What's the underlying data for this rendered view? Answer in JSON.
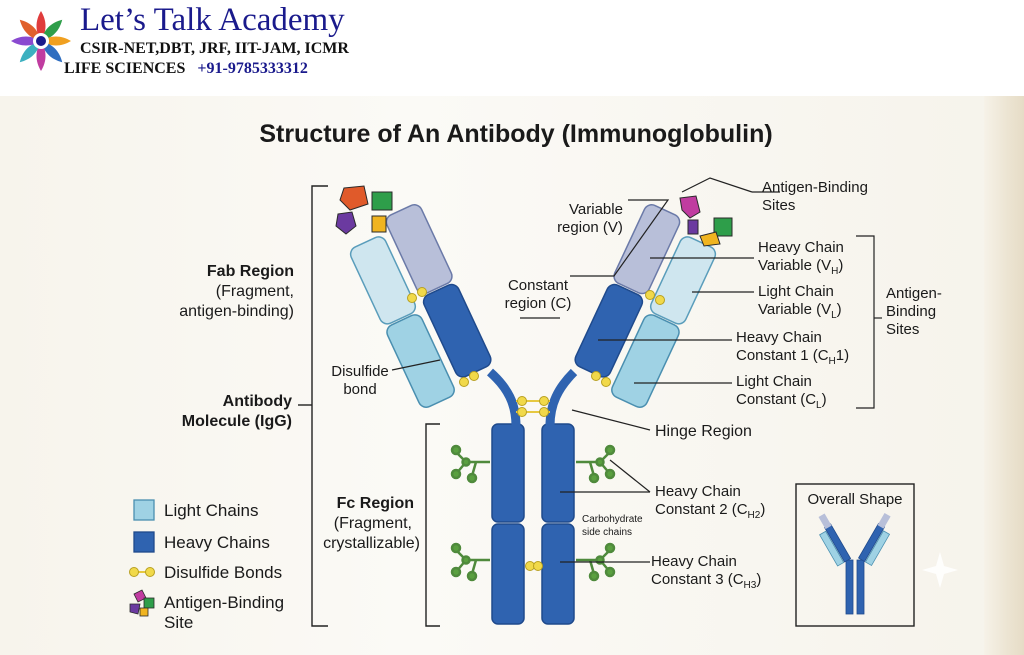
{
  "header": {
    "title": "Let’s Talk Academy",
    "line1": "CSIR-NET,DBT, JRF, IIT-JAM, ICMR",
    "line2": "LIFE SCIENCES",
    "phone": "+91-9785333312"
  },
  "diagram": {
    "title": "Structure of An Antibody (Immunoglobulin)",
    "left_labels": {
      "fab_title": "Fab Region",
      "fab_sub1": "(Fragment,",
      "fab_sub2": "antigen-binding)",
      "molecule1": "Antibody",
      "molecule2": "Molecule (IgG)",
      "fc_title": "Fc Region",
      "fc_sub1": "(Fragment,",
      "fc_sub2": "crystallizable)",
      "disulfide1": "Disulfide",
      "disulfide2": "bond"
    },
    "top_labels": {
      "variable1": "Variable",
      "variable2": "region (V)",
      "constant1": "Constant",
      "constant2": "region (C)",
      "abs1": "Antigen-Binding",
      "abs2": "Sites"
    },
    "right_labels": {
      "vh1": "Heavy Chain",
      "vh2": "Variable (V",
      "vh_sub": "H",
      "vl1": "Light Chain",
      "vl2": "Variable (V",
      "vl_sub": "L",
      "ch1_1": "Heavy Chain",
      "ch1_2": "Constant 1 (C",
      "ch1_sub": "H",
      "ch1_end": "1)",
      "cl1": "Light Chain",
      "cl2": "Constant (C",
      "cl_sub": "L",
      "abs_right1": "Antigen-",
      "abs_right2": "Binding",
      "abs_right3": "Sites",
      "hinge": "Hinge Region",
      "ch2_1": "Heavy Chain",
      "ch2_2": "Constant 2 (C",
      "ch2_sub": "H2",
      "ch3_1": "Heavy Chain",
      "ch3_2": "Constant 3 (C",
      "ch3_sub": "H3",
      "carb1": "Carbohydrate",
      "carb2": "side chains"
    },
    "legend": {
      "light": "Light Chains",
      "heavy": "Heavy Chains",
      "disulfide": "Disulfide Bonds",
      "antigen1": "Antigen-Binding",
      "antigen2": "Site"
    },
    "inset_title": "Overall Shape"
  },
  "colors": {
    "heavy": "#2f63b0",
    "heavy_dark": "#1f4a8c",
    "light": "#9fd2e4",
    "variable_heavy": "#b8bfd9",
    "variable_light": "#cfe6ef",
    "disulfide": "#f1d94a",
    "carbohydrate": "#4f8a3c",
    "brand": "#1a1a8c"
  }
}
